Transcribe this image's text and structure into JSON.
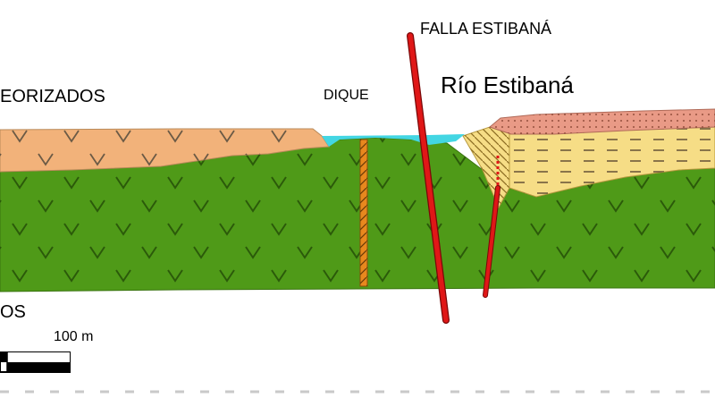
{
  "labels": {
    "fault": "FALLA ESTIBANÁ",
    "river": "Río Estibaná",
    "dike": "DIQUE",
    "weathered": "EORIZADOS",
    "bottom_left": "OS",
    "scale": "100 m"
  },
  "colors": {
    "green_volcanic": "#4f9a18",
    "weathered_orange": "#f2b27a",
    "river_water": "#43d6e3",
    "fault_red": "#e01717",
    "dike_orange": "#e8881e",
    "sediment_yellow": "#f6dd86",
    "soil_pink": "#e99a86"
  },
  "symbols": {
    "volcanic_pattern": "V"
  }
}
